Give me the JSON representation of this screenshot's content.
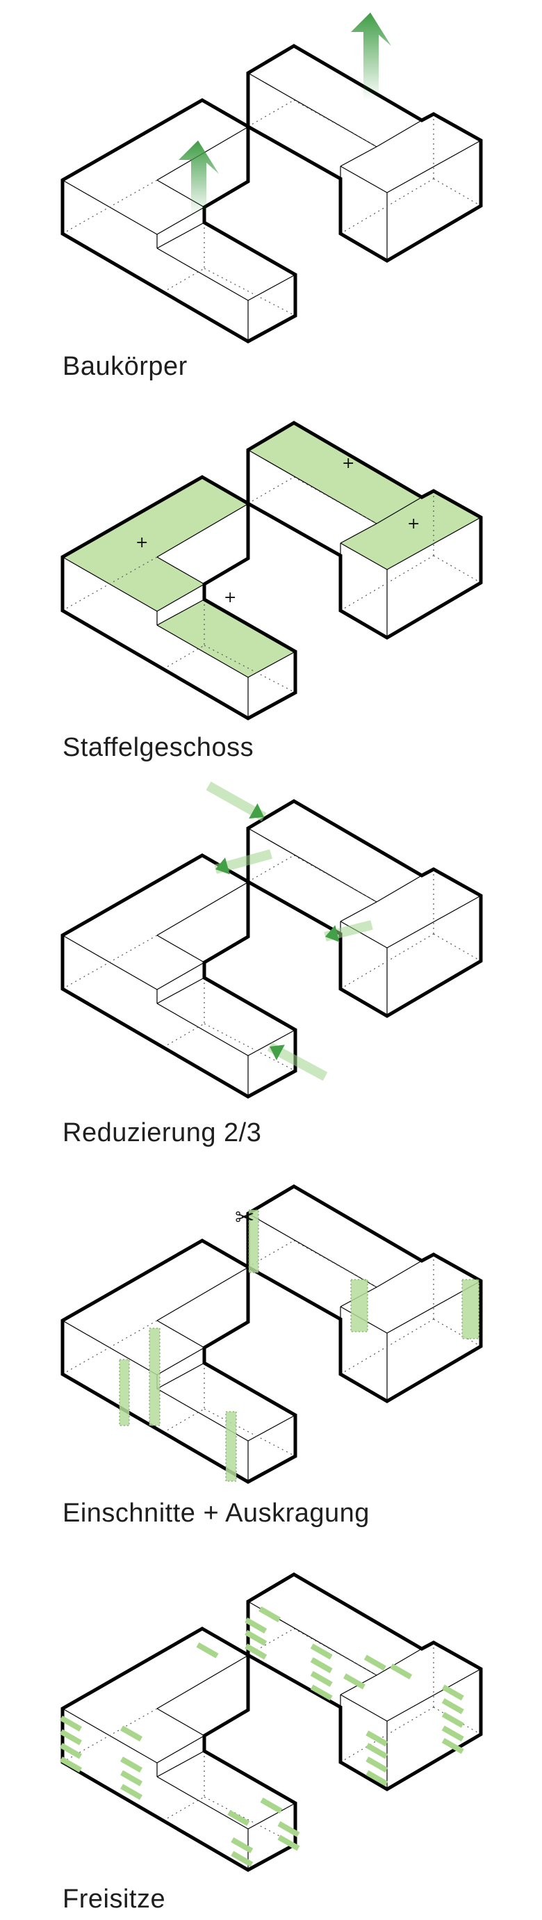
{
  "panels": [
    {
      "label": "Baukörper"
    },
    {
      "label": "Staffelgeschoss",
      "marker": "+"
    },
    {
      "label": "Reduzierung 2/3"
    },
    {
      "label": "Einschnitte + Auskragung",
      "icon": "scissors-icon",
      "icon_glyph": "✂"
    },
    {
      "label": "Freisitze"
    }
  ],
  "colors": {
    "line": "#000000",
    "green": "#4caf50",
    "green_light": "#b5dc9a"
  }
}
